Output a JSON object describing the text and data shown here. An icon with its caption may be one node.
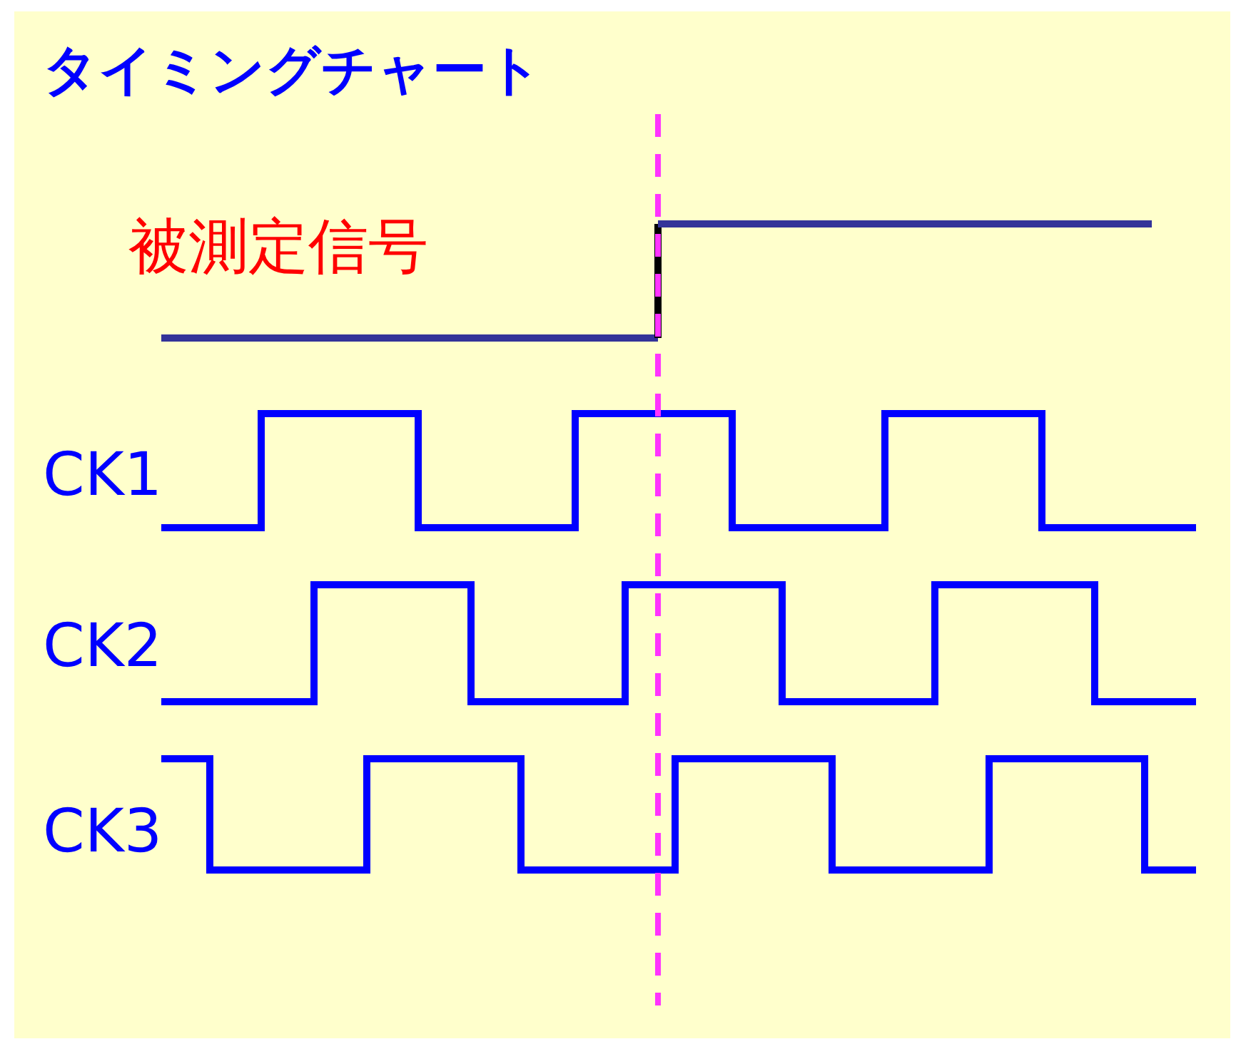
{
  "diagram": {
    "title": "タイミングチャート",
    "labels": [
      "被測定信号",
      "CK1",
      "CK2",
      "CK3"
    ]
  }
}
